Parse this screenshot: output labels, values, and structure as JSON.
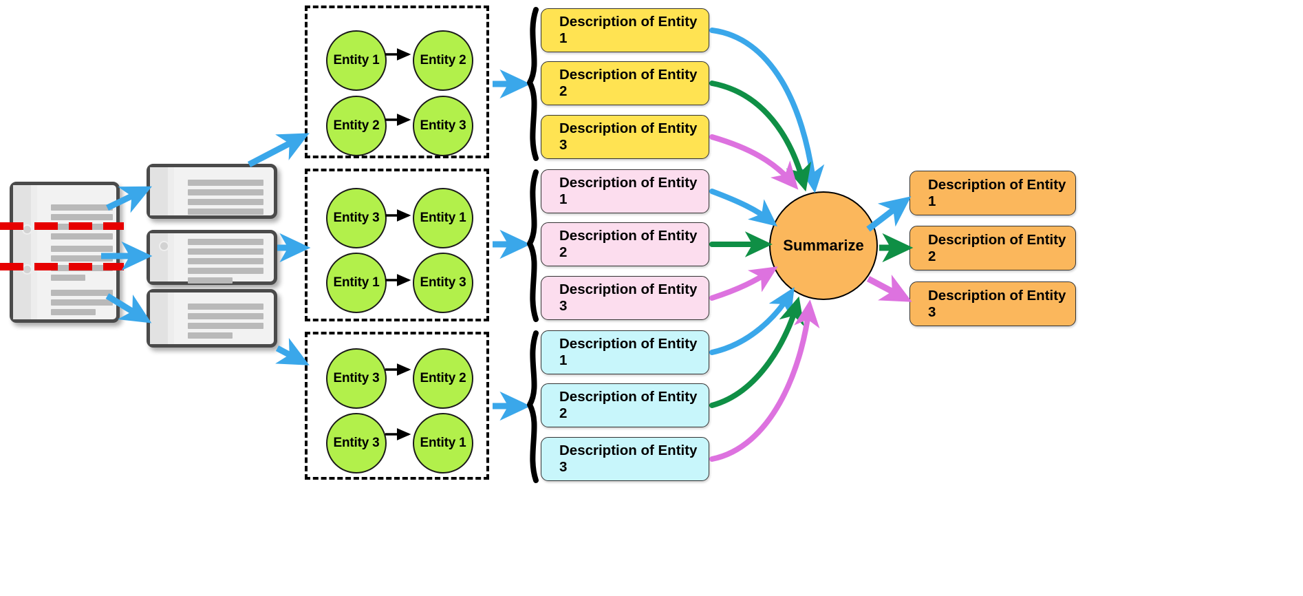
{
  "diagram": {
    "title": "Document chunking, entity graph extraction, description generation and summarization pipeline",
    "colors": {
      "entity_fill": "#b2f04b",
      "yellow_box": "#ffe352",
      "pink_box": "#fcddee",
      "cyan_box": "#c8f6fb",
      "orange_box": "#fbb75c",
      "blue_arrow": "#3aa7ea",
      "green_arrow": "#0f8f45",
      "magenta_arrow": "#dd72df",
      "cut_line": "#e60000",
      "dash_border": "#000000"
    },
    "source_document": {
      "name": "source-document",
      "cut_lines": 2
    },
    "chunks": [
      {
        "name": "chunk-1"
      },
      {
        "name": "chunk-2"
      },
      {
        "name": "chunk-3"
      }
    ],
    "entity_graphs": [
      {
        "name": "entity-graph-1",
        "edges": [
          {
            "from": "Entity 1",
            "to": "Entity 2"
          },
          {
            "from": "Entity 2",
            "to": "Entity 3"
          }
        ]
      },
      {
        "name": "entity-graph-2",
        "edges": [
          {
            "from": "Entity 3",
            "to": "Entity 1"
          },
          {
            "from": "Entity 1",
            "to": "Entity 3"
          }
        ]
      },
      {
        "name": "entity-graph-3",
        "edges": [
          {
            "from": "Entity 3",
            "to": "Entity 2"
          },
          {
            "from": "Entity 3",
            "to": "Entity 1"
          }
        ]
      }
    ],
    "description_groups": [
      {
        "name": "description-group-1",
        "color": "yellow",
        "items": [
          "Description of Entity 1",
          "Description of Entity 2",
          "Description of Entity 3"
        ]
      },
      {
        "name": "description-group-2",
        "color": "pink",
        "items": [
          "Description of Entity 1",
          "Description of Entity 2",
          "Description of Entity 3"
        ]
      },
      {
        "name": "description-group-3",
        "color": "cyan",
        "items": [
          "Description of Entity 1",
          "Description of Entity 2",
          "Description of Entity 3"
        ]
      }
    ],
    "summarize": {
      "label": "Summarize"
    },
    "outputs": {
      "name": "summarized-descriptions",
      "color": "orange",
      "items": [
        "Description of Entity 1",
        "Description of Entity 2",
        "Description of Entity 3"
      ]
    }
  }
}
